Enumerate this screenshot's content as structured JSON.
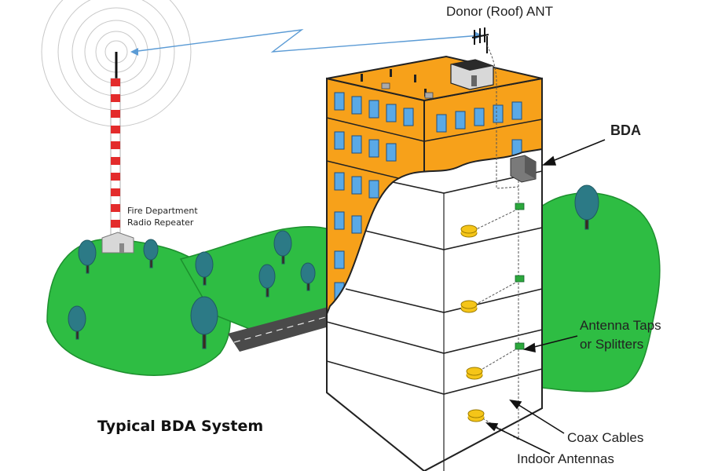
{
  "labels": {
    "donor_antenna": "Donor (Roof) ANT",
    "bda": "BDA",
    "repeater_line1": "Fire Department",
    "repeater_line2": "Radio Repeater",
    "taps_line1": "Antenna Taps",
    "taps_line2": "or Splitters",
    "coax": "Coax Cables",
    "indoor": "Indoor Antennas"
  },
  "caption": "Typical BDA System",
  "colors": {
    "building_orange": "#f7a11a",
    "window_blue": "#5aa9e6",
    "grass_green": "#2ebd43",
    "tree_teal": "#2c7a86",
    "tower_red": "#e32b2b",
    "signal_blue": "#4a90d9",
    "splitter_green": "#2ca83c",
    "antenna_yellow": "#f5c518"
  }
}
